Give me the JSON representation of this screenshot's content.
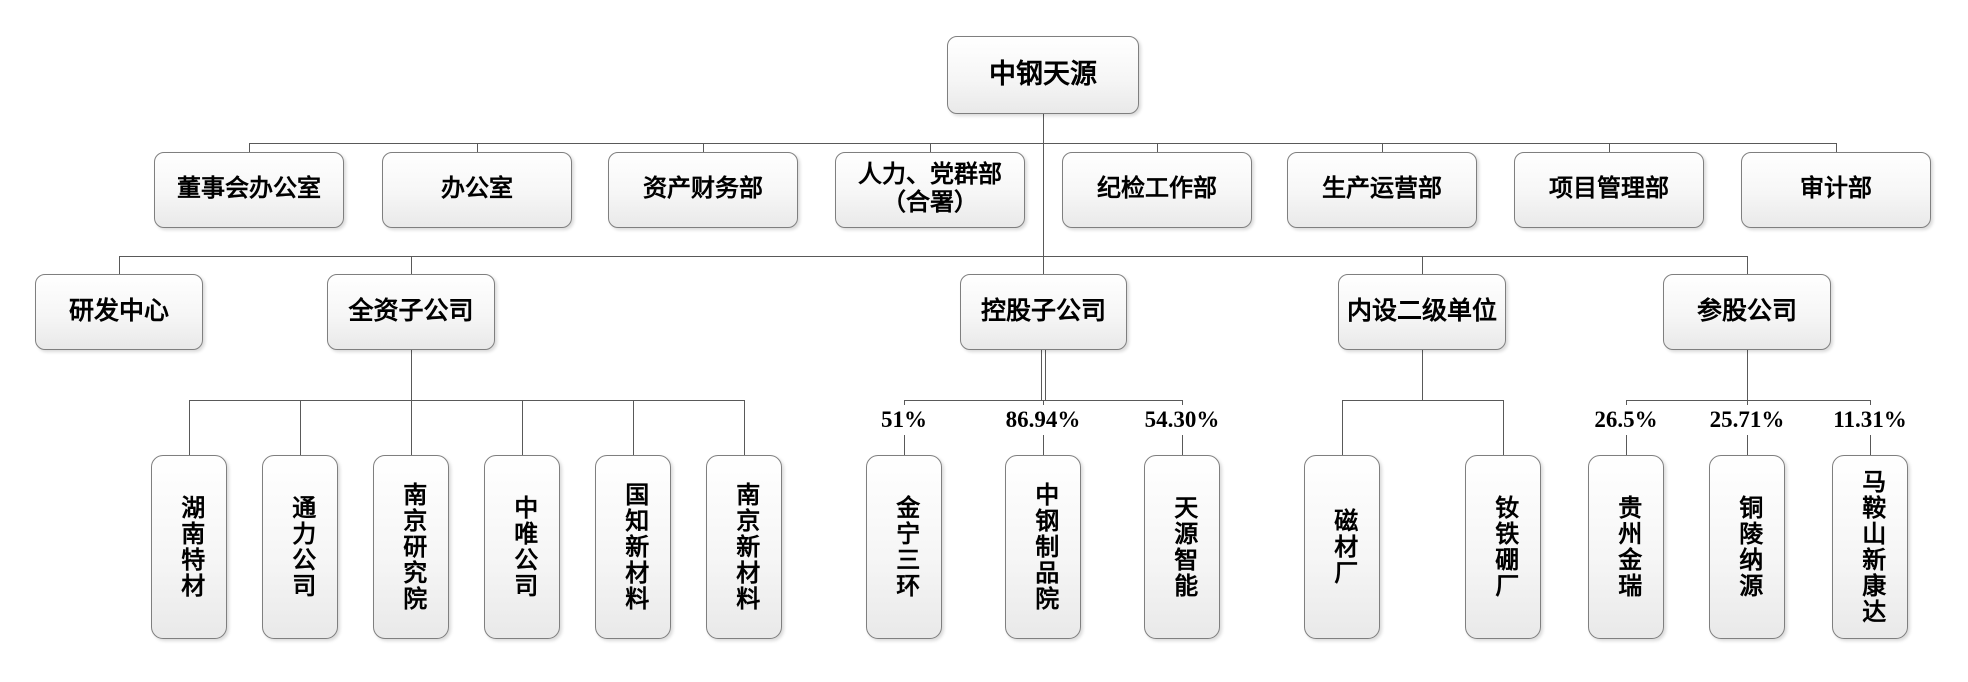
{
  "colors": {
    "box_border": "#7f7f7f",
    "connector": "#595959",
    "text": "#000000"
  },
  "root": {
    "label": "中钢天源"
  },
  "departments": [
    {
      "label": "董事会办公室"
    },
    {
      "label": "办公室"
    },
    {
      "label": "资产财务部"
    },
    {
      "label": "人力、党群部（合署）"
    },
    {
      "label": "纪检工作部"
    },
    {
      "label": "生产运营部"
    },
    {
      "label": "项目管理部"
    },
    {
      "label": "审计部"
    }
  ],
  "categories": [
    {
      "label": "研发中心"
    },
    {
      "label": "全资子公司"
    },
    {
      "label": "控股子公司"
    },
    {
      "label": "内设二级单位"
    },
    {
      "label": "参股公司"
    }
  ],
  "wholly_owned": [
    {
      "label": "湖南特材"
    },
    {
      "label": "通力公司"
    },
    {
      "label": "南京研究院"
    },
    {
      "label": "中唯公司"
    },
    {
      "label": "国知新材料"
    },
    {
      "label": "南京新材料"
    }
  ],
  "holding": [
    {
      "label": "金宁三环",
      "stake": "51%"
    },
    {
      "label": "中钢制品院",
      "stake": "86.94%"
    },
    {
      "label": "天源智能",
      "stake": "54.30%"
    }
  ],
  "internal_units": [
    {
      "label": "磁材厂"
    },
    {
      "label": "钕铁硼厂"
    }
  ],
  "equity": [
    {
      "label": "贵州金瑞",
      "stake": "26.5%"
    },
    {
      "label": "铜陵纳源",
      "stake": "25.71%"
    },
    {
      "label": "马鞍山新康达",
      "stake": "11.31%"
    }
  ]
}
